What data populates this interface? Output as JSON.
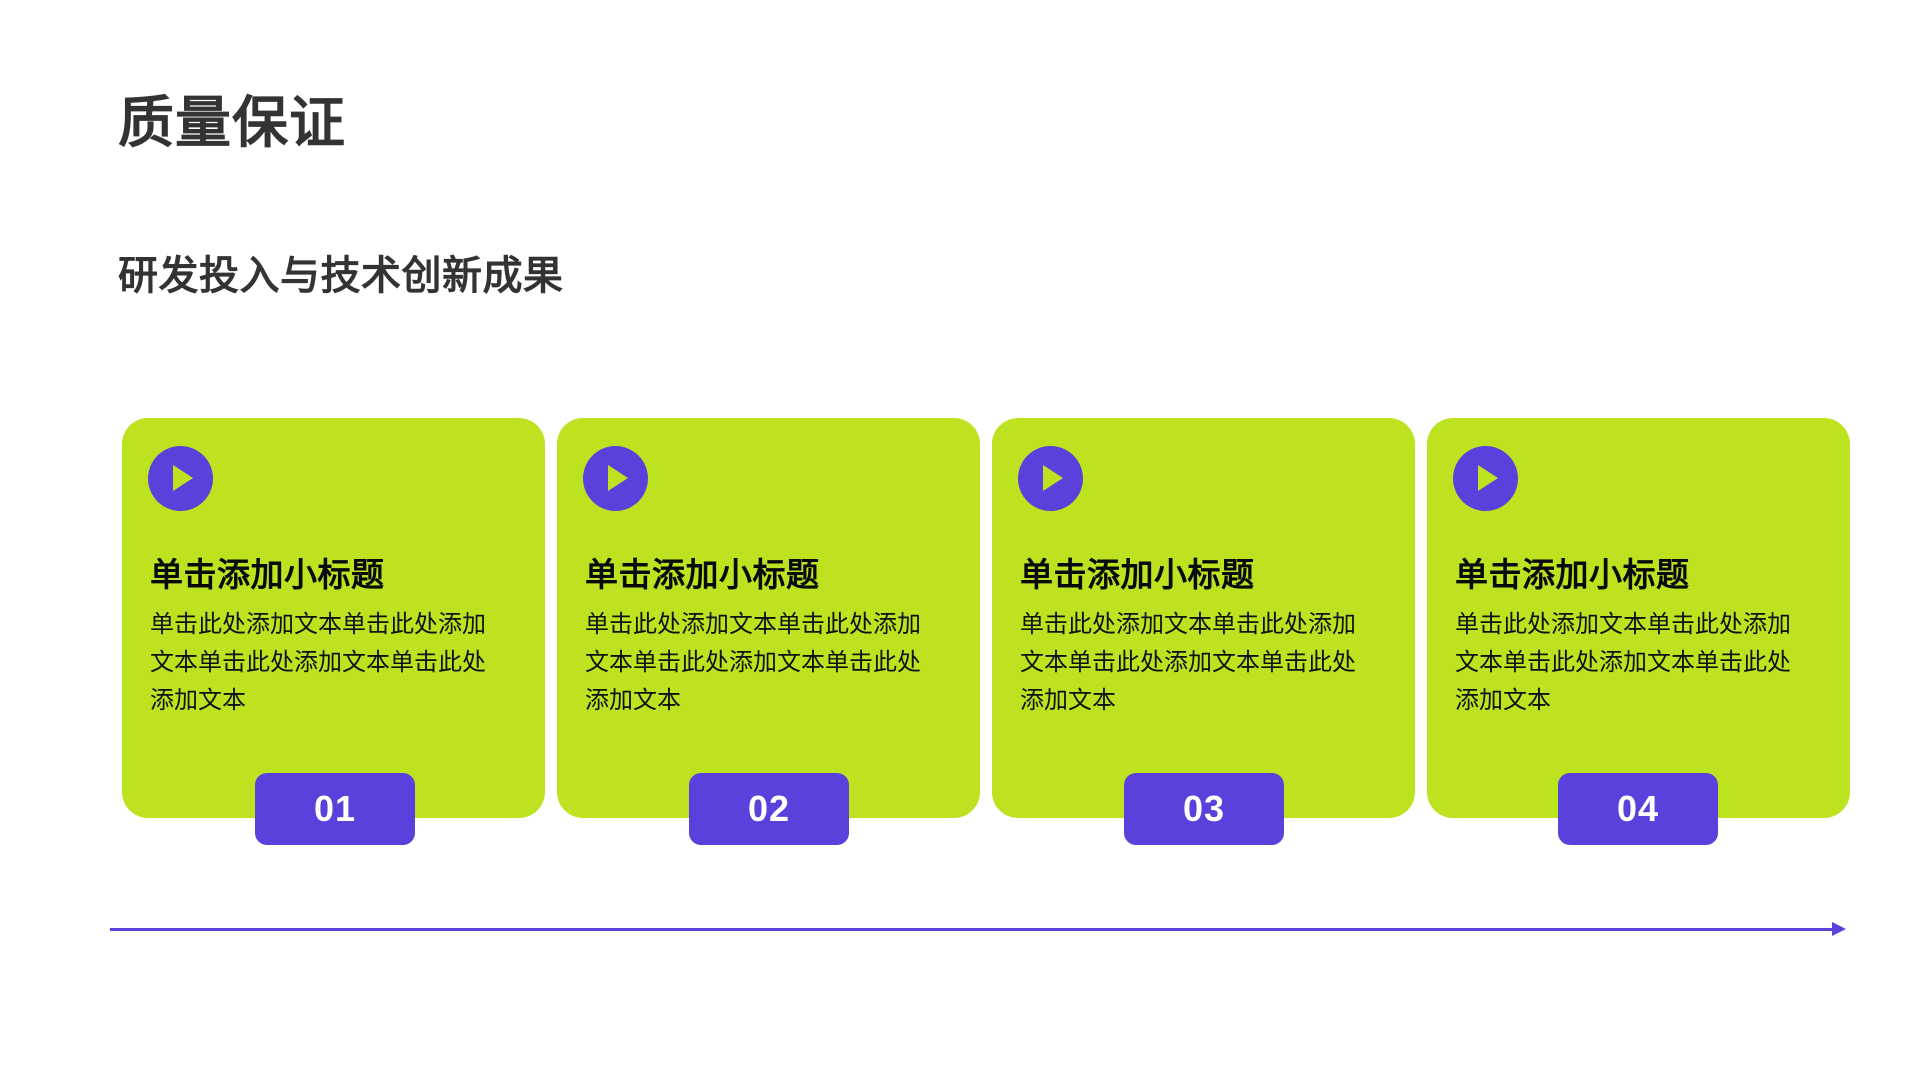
{
  "slide": {
    "title": "质量保证",
    "subtitle": "研发投入与技术创新成果",
    "background_color": "#FFFFFF",
    "title_color": "#333333"
  },
  "theme": {
    "card_green": "#BDE320",
    "accent_purple": "#5B41DB",
    "badge_text_color": "#FFFFFF"
  },
  "cards": [
    {
      "icon": "play-icon",
      "heading": "单击添加小标题",
      "body": "单击此处添加文本单击此处添加文本单击此处添加文本单击此处添加文本",
      "badge": "01"
    },
    {
      "icon": "play-icon",
      "heading": "单击添加小标题",
      "body": "单击此处添加文本单击此处添加文本单击此处添加文本单击此处添加文本",
      "badge": "02"
    },
    {
      "icon": "play-icon",
      "heading": "单击添加小标题",
      "body": "单击此处添加文本单击此处添加文本单击此处添加文本单击此处添加文本",
      "badge": "03"
    },
    {
      "icon": "play-icon",
      "heading": "单击添加小标题",
      "body": "单击此处添加文本单击此处添加文本单击此处添加文本单击此处添加文本",
      "badge": "04"
    }
  ],
  "timeline": {
    "icon": "arrow-right-icon",
    "color": "#5B41DB"
  }
}
